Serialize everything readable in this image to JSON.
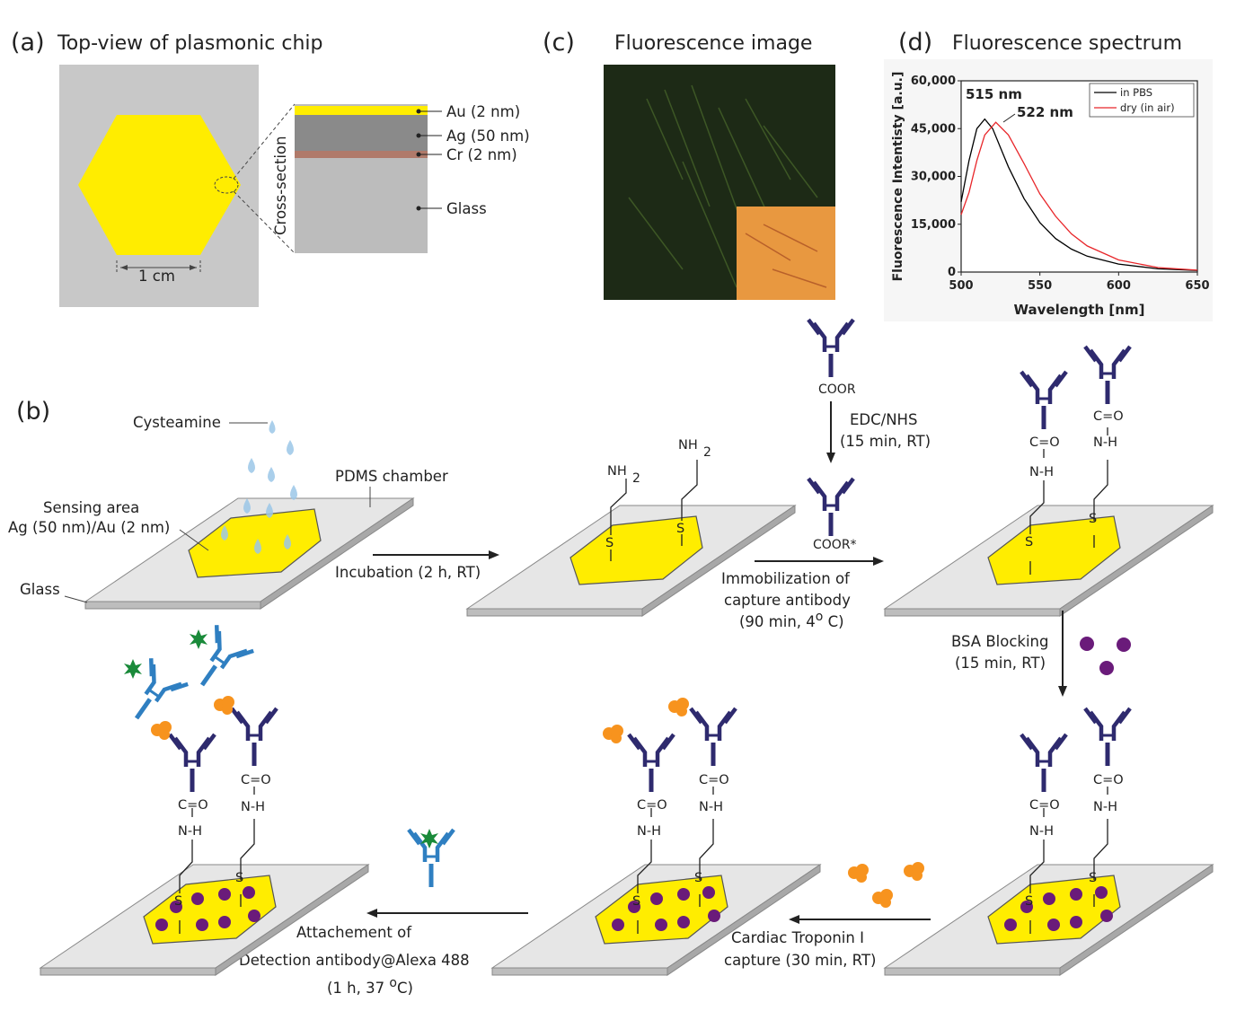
{
  "panel_a": {
    "label": "(a)",
    "title": "Top-view of plasmonic chip",
    "scale_label": "1 cm",
    "cross_section_label": "Cross-section",
    "layers": [
      "Au (2 nm)",
      "Ag (50 nm)",
      "Cr (2 nm)",
      "Glass"
    ]
  },
  "panel_b": {
    "label": "(b)",
    "cysteamine_label": "Cysteamine",
    "pdms_label": "PDMS chamber",
    "sensing_area_line1": "Sensing area",
    "sensing_area_line2": "Ag (50 nm)/Au (2 nm)",
    "glass_label": "Glass",
    "incubation_label": "Incubation (2 h, RT)",
    "nh2_label": "NH",
    "nh2_sub": "2",
    "s_label": "S",
    "coor_label": "COOR",
    "coor_star_label": "COOR*",
    "edc_line1": "EDC/NHS",
    "edc_line2": "(15 min, RT)",
    "immob_line1": "Immobilization of",
    "immob_line2": "capture antibody",
    "immob_line3": "(90 min, 4",
    "immob_sup": "o",
    "immob_end": " C)",
    "co_label": "C=O",
    "nh_label": "N-H",
    "bsa_line1": "BSA Blocking",
    "bsa_line2": "(15  min, RT)",
    "troponin_line1": "Cardiac Troponin I",
    "troponin_line2": "capture (30  min, RT)",
    "detect_line1": "Attachement of",
    "detect_line2": "Detection antibody@Alexa 488",
    "detect_line3": "(1 h, 37 ",
    "detect_sup": "o",
    "detect_end": "C)"
  },
  "panel_c": {
    "label": "(c)",
    "title": "Fluorescence image"
  },
  "panel_d": {
    "label": "(d)",
    "title": "Fluorescence spectrum",
    "peak1_label": "515 nm",
    "peak2_label": "522 nm"
  },
  "colors": {
    "gold": "#ffed00",
    "glass": "#c8c8c8",
    "antibody": "#2e2a6e",
    "detection_antibody": "#2f7fc1",
    "troponin": "#f7931e",
    "bsa": "#6a1b7a",
    "fluorophore": "#1a8a3a",
    "droplet": "#9cc7e8",
    "spectrum_pbs": "#000000",
    "spectrum_dry": "#e8262a"
  },
  "chart_data": {
    "type": "line",
    "title": "",
    "xlabel": "Wavelength [nm]",
    "ylabel": "Fluorescence Intentisty [a.u.]",
    "xlim": [
      500,
      650
    ],
    "ylim": [
      0,
      60000
    ],
    "xticks": [
      "500",
      "550",
      "600",
      "650"
    ],
    "yticks": [
      "0",
      "15,000",
      "30,000",
      "45,000",
      "60,000"
    ],
    "legend_position": "top-right",
    "series": [
      {
        "name": "in PBS",
        "x": [
          500,
          505,
          510,
          515,
          520,
          525,
          530,
          540,
          550,
          560,
          570,
          580,
          600,
          625,
          650
        ],
        "values": [
          22000,
          35000,
          45000,
          48000,
          45000,
          39000,
          33000,
          23000,
          15500,
          10500,
          7200,
          5000,
          2500,
          1000,
          500
        ]
      },
      {
        "name": "dry (in air)",
        "x": [
          500,
          505,
          510,
          515,
          522,
          530,
          540,
          550,
          560,
          570,
          580,
          600,
          625,
          650
        ],
        "values": [
          18000,
          25000,
          35000,
          43000,
          47000,
          43000,
          34000,
          24500,
          17500,
          12000,
          8200,
          3800,
          1400,
          600
        ]
      }
    ]
  }
}
